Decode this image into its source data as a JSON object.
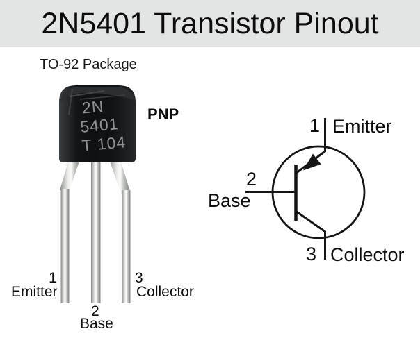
{
  "title": "2N5401 Transistor Pinout",
  "photo": {
    "package_label": "TO-92 Package",
    "polarity": "PNP",
    "markings": [
      "2N",
      "5401",
      "T 104"
    ],
    "pin1": {
      "number": "1",
      "name": "Emitter"
    },
    "pin2": {
      "number": "2",
      "name": "Base"
    },
    "pin3": {
      "number": "3",
      "name": "Collector"
    }
  },
  "symbol": {
    "pin1": {
      "number": "1",
      "name": "Emitter"
    },
    "pin2": {
      "number": "2",
      "name": "Base"
    },
    "pin3": {
      "number": "3",
      "name": "Collector"
    }
  },
  "colors": {
    "header_bg": "#e3e5e4",
    "title_text": "#0d0d0d",
    "package_body": "#121416",
    "marking_text": "#8d9295",
    "lead_silver": "#eeefed",
    "line_black": "#141414"
  }
}
